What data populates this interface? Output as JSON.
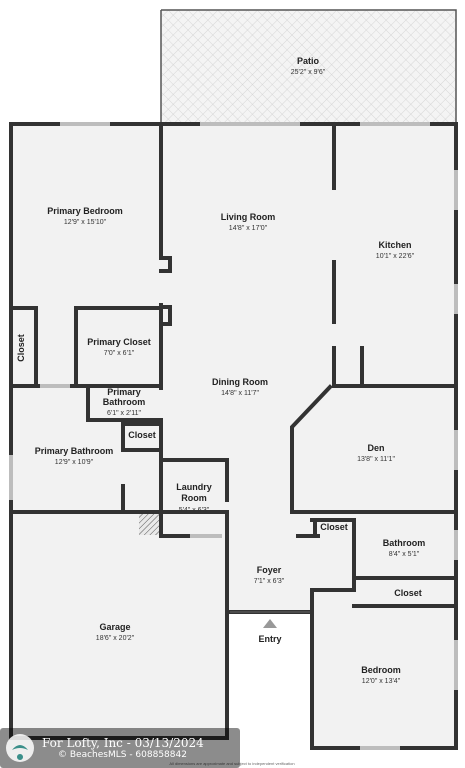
{
  "rooms": {
    "patio": {
      "name": "Patio",
      "dim": "25'2\" x 9'6\""
    },
    "primary_bedroom": {
      "name": "Primary Bedroom",
      "dim": "12'9\" x 15'10\""
    },
    "living_room": {
      "name": "Living Room",
      "dim": "14'8\" x 17'0\""
    },
    "kitchen": {
      "name": "Kitchen",
      "dim": "10'1\" x 22'6\""
    },
    "closet_left": {
      "name": "Closet"
    },
    "primary_closet": {
      "name": "Primary Closet",
      "dim": "7'0\" x 6'1\""
    },
    "dining_room": {
      "name": "Dining Room",
      "dim": "14'8\" x 11'7\""
    },
    "primary_bathroom_small": {
      "name1": "Primary",
      "name2": "Bathroom",
      "dim": "6'1\" x 2'11\""
    },
    "closet_mid": {
      "name": "Closet"
    },
    "primary_bathroom": {
      "name": "Primary Bathroom",
      "dim": "12'9\" x 10'9\""
    },
    "den": {
      "name": "Den",
      "dim": "13'8\" x 11'1\""
    },
    "laundry": {
      "name1": "Laundry",
      "name2": "Room",
      "dim": "5'4\" x 6'3\""
    },
    "closet_right": {
      "name": "Closet"
    },
    "bathroom": {
      "name": "Bathroom",
      "dim": "8'4\" x 5'1\""
    },
    "foyer": {
      "name": "Foyer",
      "dim": "7'1\" x 6'3\""
    },
    "closet_bottom": {
      "name": "Closet"
    },
    "garage": {
      "name": "Garage",
      "dim": "18'6\" x 20'2\""
    },
    "bedroom": {
      "name": "Bedroom",
      "dim": "12'0\" x 13'4\""
    }
  },
  "entry_label": "Entry",
  "disclaimer": "All dimensions are approximate and subject to independent verification",
  "watermark": {
    "line1": "For Lofty, Inc - 03/13/2024",
    "line2": "© BeachesMLS - 608858842"
  }
}
